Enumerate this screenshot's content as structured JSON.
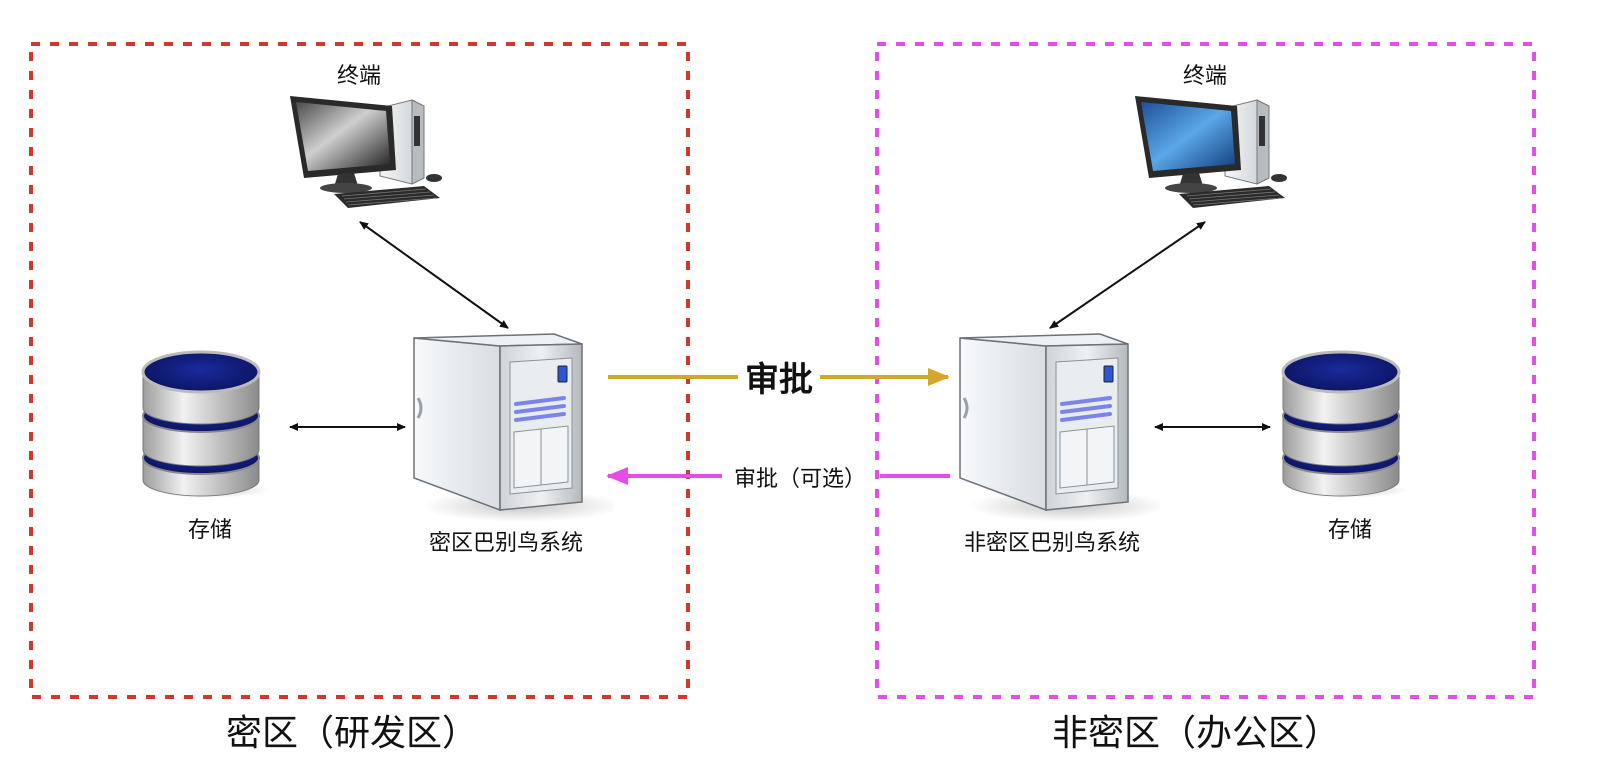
{
  "colors": {
    "secure_zone_border": "#d0382b",
    "open_zone_border": "#e64de8",
    "approval_arrow": "#d4a62a",
    "optional_approval_arrow": "#e84ce6",
    "connector": "#111111",
    "db_disk_top": "#1a2a9c",
    "server_vents": "#7b84ee"
  },
  "secure_zone": {
    "title": "密区（研发区）",
    "terminal_label": "终端",
    "storage_label": "存储",
    "server_label": "密区巴别鸟系统",
    "terminal_screen": "dark"
  },
  "open_zone": {
    "title": "非密区（办公区）",
    "terminal_label": "终端",
    "storage_label": "存储",
    "server_label": "非密区巴别鸟系统",
    "terminal_screen": "blue"
  },
  "links": {
    "approval_label": "审批",
    "optional_approval_label": "审批（可选）"
  },
  "icons": {
    "terminal": "desktop-computer-icon",
    "server": "server-tower-icon",
    "storage": "database-icon"
  }
}
